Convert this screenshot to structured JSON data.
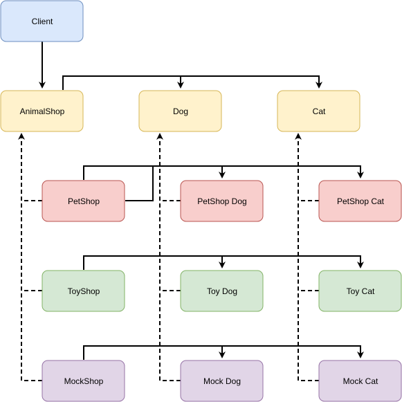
{
  "colors": {
    "blue_fill": "#dae8fc",
    "blue_stroke": "#6c8ebf",
    "yellow_fill": "#fff2cc",
    "yellow_stroke": "#d6b656",
    "red_fill": "#f8cecc",
    "red_stroke": "#b85450",
    "green_fill": "#d5e8d4",
    "green_stroke": "#82b366",
    "purple_fill": "#e1d5e7",
    "purple_stroke": "#9673a6",
    "edge": "#000000"
  },
  "nodes": {
    "client": "Client",
    "animal_shop": "AnimalShop",
    "dog": "Dog",
    "cat": "Cat",
    "pet_shop": "PetShop",
    "pet_shop_dog": "PetShop Dog",
    "pet_shop_cat": "PetShop Cat",
    "toy_shop": "ToyShop",
    "toy_dog": "Toy Dog",
    "toy_cat": "Toy Cat",
    "mock_shop": "MockShop",
    "mock_dog": "Mock Dog",
    "mock_cat": "Mock Cat"
  }
}
